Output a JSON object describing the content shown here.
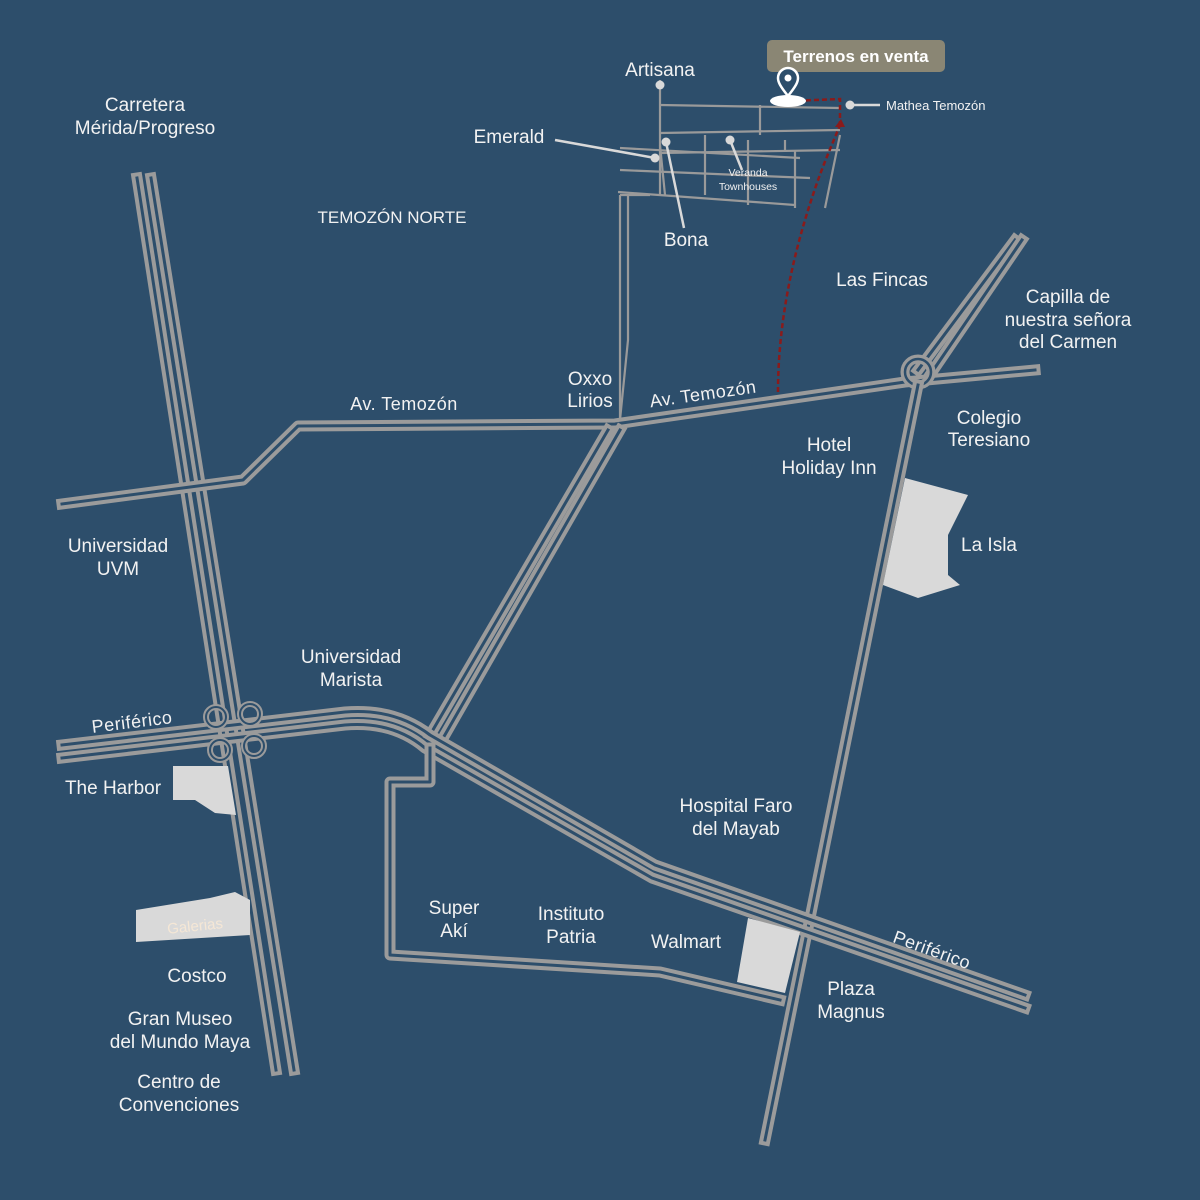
{
  "colors": {
    "background": "#2d4e6b",
    "road": "#9b9b9b",
    "route": "#8a1b1b",
    "badge": "#8a8674",
    "block": "#d9d9d9"
  },
  "badge": {
    "text": "Terrenos en venta",
    "icon": "map-pin-icon"
  },
  "places": {
    "carretera": [
      "Carretera",
      "Mérida/Progreso"
    ],
    "temozon_norte": "TEMOZÓN NORTE",
    "artisana": "Artisana",
    "emerald": "Emerald",
    "bona": "Bona",
    "veranda": [
      "Veranda",
      "Townhouses"
    ],
    "mathea": "Mathea Temozón",
    "las_fincas": "Las Fincas",
    "capilla": [
      "Capilla de",
      "nuestra señora",
      "del Carmen"
    ],
    "oxxo": [
      "Oxxo",
      "Lirios"
    ],
    "av_temozon_left": "Av. Temozón",
    "av_temozon_right": "Av. Temozón",
    "colegio": [
      "Colegio",
      "Teresiano"
    ],
    "hotel": [
      "Hotel",
      "Holiday Inn"
    ],
    "la_isla": "La Isla",
    "uvm": [
      "Universidad",
      "UVM"
    ],
    "marista": [
      "Universidad",
      "Marista"
    ],
    "periferico_left": "Periférico",
    "periferico_right": "Periférico",
    "the_harbor": "The Harbor",
    "galerias": "Galerias",
    "costco": "Costco",
    "gran_museo": [
      "Gran Museo",
      "del Mundo Maya"
    ],
    "centro": [
      "Centro de",
      "Convenciones"
    ],
    "hospital": [
      "Hospital Faro",
      "del Mayab"
    ],
    "super_aki": [
      "Super",
      "Akí"
    ],
    "instituto": [
      "Instituto",
      "Patria"
    ],
    "walmart": "Walmart",
    "plaza": [
      "Plaza",
      "Magnus"
    ]
  }
}
